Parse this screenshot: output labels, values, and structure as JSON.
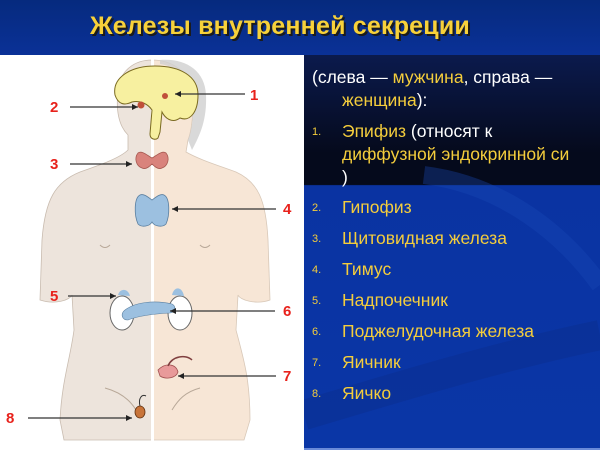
{
  "title": "Железы внутренней секреции",
  "intro": {
    "open_paren": "(слева — ",
    "male": "мужчина",
    "middle": ", справа —",
    "female": "женщина",
    "close": "):"
  },
  "list": [
    {
      "num": "1.",
      "name": "Эпифиз",
      "note_open": " (относят к",
      "note_line2": "диффузной эндокринной си",
      "note_close": ")"
    },
    {
      "num": "2.",
      "name": "Гипофиз"
    },
    {
      "num": "3.",
      "name": "Щитовидная железа"
    },
    {
      "num": "4.",
      "name": "Тимус"
    },
    {
      "num": "5.",
      "name": "Надпочечник"
    },
    {
      "num": "6.",
      "name": "Поджелудочная железа"
    },
    {
      "num": "7.",
      "name": "Яичник"
    },
    {
      "num": "8.",
      "name": "Яичко"
    }
  ],
  "diagram": {
    "labels": [
      "1",
      "2",
      "3",
      "4",
      "5",
      "6",
      "7",
      "8"
    ],
    "colors": {
      "label": "#e8221c",
      "brain": "#f7f0a0",
      "thyroid": "#d9837c",
      "thymus": "#9cc0e0",
      "skin_left": "#ede4dc",
      "skin_right": "#f7e6d6",
      "gonad": "#c8743a"
    }
  },
  "colors": {
    "accent_yellow": "#f4cd3c",
    "background_blue": "#0a36a6",
    "dark_band": "#050a1c"
  }
}
